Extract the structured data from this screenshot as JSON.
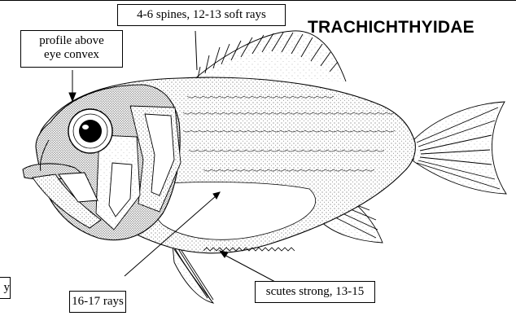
{
  "title": "TRACHICHTHYIDAE",
  "labels": {
    "dorsal": "4-6 spines, 12-13 soft rays",
    "profile_line1": "profile above",
    "profile_line2": "eye convex",
    "pelvic": "16-17 rays",
    "scutes": "scutes strong, 13-15",
    "edge": "y"
  }
}
